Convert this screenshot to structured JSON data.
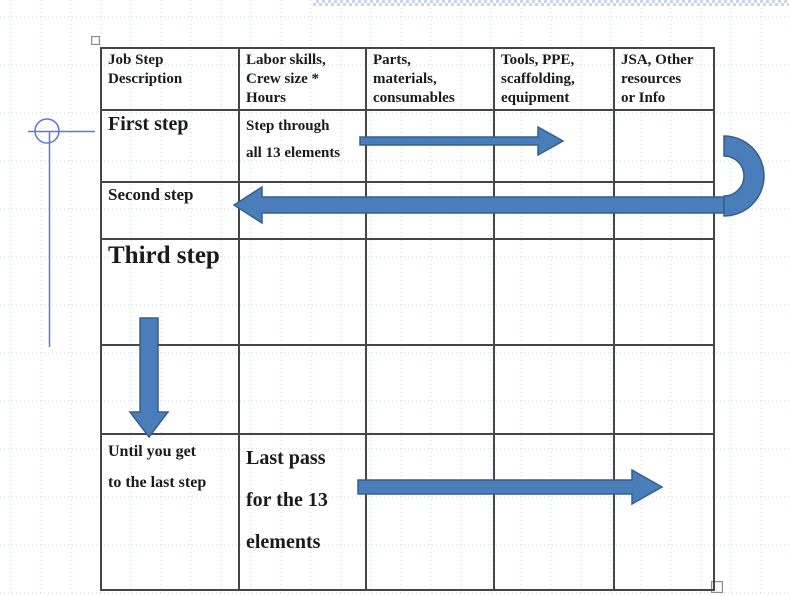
{
  "colors": {
    "arrow_fill": "#4a7ebb",
    "arrow_stroke": "#365f8d",
    "table_border": "#454545",
    "grid_line": "#ccd6ee",
    "connector_blue": "#5b78d6"
  },
  "table": {
    "columns": [
      [
        "Job Step",
        "Description"
      ],
      [
        "Labor skills,",
        "Crew size *",
        "Hours"
      ],
      [
        "Parts,",
        "materials,",
        "consumables"
      ],
      [
        "Tools, PPE,",
        "scaffolding,",
        "equipment"
      ],
      [
        "JSA, Other",
        "resources",
        "or Info"
      ]
    ],
    "rows": [
      {
        "description": "First step",
        "labor_note": [
          "Step through",
          "all 13 elements"
        ]
      },
      {
        "description": "Second step",
        "labor_note": ""
      },
      {
        "description": "Third step",
        "labor_note": ""
      },
      {
        "description": "",
        "labor_note": ""
      },
      {
        "description": [
          "Until you get",
          "to the last step"
        ],
        "labor_note": [
          "Last pass",
          "for the 13",
          "elements"
        ]
      }
    ]
  },
  "annotations": {
    "arrows": [
      {
        "name": "step-through-arrow",
        "direction": "right",
        "row": "First step"
      },
      {
        "name": "return-hook-arrow",
        "direction": "left",
        "row": "Second step"
      },
      {
        "name": "down-steps-arrow",
        "direction": "down",
        "row": "Third step to last step"
      },
      {
        "name": "last-pass-arrow",
        "direction": "right",
        "row": "Last step"
      }
    ]
  }
}
